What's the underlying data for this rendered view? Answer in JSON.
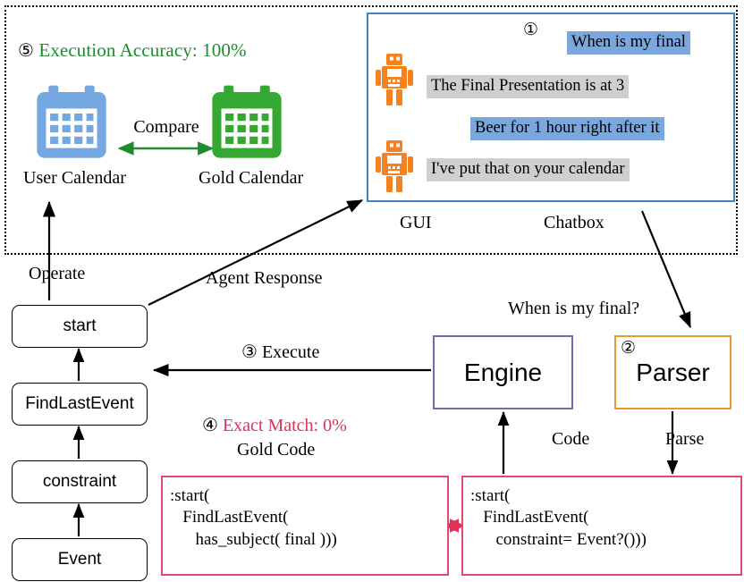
{
  "evaluation": {
    "step_number": "⑤",
    "accuracy_label": "Execution Accuracy: 100%",
    "accuracy_color": "#1f8a2e",
    "compare_label": "Compare",
    "user_calendar_label": "User Calendar",
    "gold_calendar_label": "Gold Calendar",
    "user_calendar_color": "#75a7e0",
    "gold_calendar_color": "#35a832"
  },
  "gui": {
    "step_number": "①",
    "gui_caption": "GUI",
    "chatbox_caption": "Chatbox",
    "border_color": "#4a7ebb",
    "user_bubble_color": "#7ba7dc",
    "bot_bubble_color": "#cfcfcf",
    "robot_color": "#f58220",
    "messages": [
      {
        "role": "user",
        "text": "When is my final"
      },
      {
        "role": "bot",
        "text": "The Final Presentation is at 3"
      },
      {
        "role": "user",
        "text": "Beer for 1 hour right after it"
      },
      {
        "role": "bot",
        "text": "I've put that on your calendar"
      }
    ]
  },
  "flow": {
    "operate_label": "Operate",
    "agent_response_label": "Agent Response",
    "execute_step": "③",
    "execute_label": "Execute",
    "utterance_label": "When is my final?",
    "code_label": "Code",
    "parse_label": "Parse"
  },
  "tree": {
    "nodes": [
      "start",
      "FindLastEvent",
      "constraint",
      "Event"
    ]
  },
  "engine": {
    "label": "Engine",
    "border_color": "#6b6fad"
  },
  "parser": {
    "step_number": "②",
    "label": "Parser",
    "border_color": "#e8982f"
  },
  "exact_match": {
    "step_number": "④",
    "label": "Exact Match: 0%",
    "color": "#e0315b"
  },
  "code": {
    "gold_caption": "Gold Code",
    "box_border_color": "#e0486e",
    "gold_code": ":start(\n   FindLastEvent(\n      has_subject( final )))",
    "predicted_code": ":start(\n   FindLastEvent(\n      constraint= Event?()))"
  }
}
